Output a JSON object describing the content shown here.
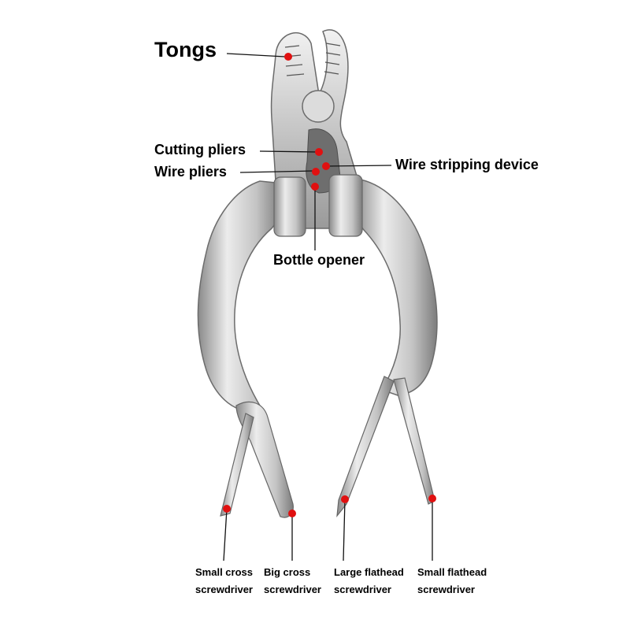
{
  "colors": {
    "marker": "#e01010",
    "metal_light": "#e6e6e6",
    "metal_mid": "#bdbdbd",
    "metal_dark": "#7a7a7a",
    "leader": "#111111"
  },
  "labels": {
    "tongs": "Tongs",
    "cutting_pliers": "Cutting pliers",
    "wire_pliers": "Wire pliers",
    "wire_stripping": "Wire stripping device",
    "bottle_opener": "Bottle opener",
    "small_cross": [
      "Small cross",
      "screwdriver"
    ],
    "big_cross": [
      "Big cross",
      "screwdriver"
    ],
    "large_flathead": [
      "Large flathead",
      "screwdriver"
    ],
    "small_flathead": [
      "Small flathead",
      "screwdriver"
    ]
  }
}
